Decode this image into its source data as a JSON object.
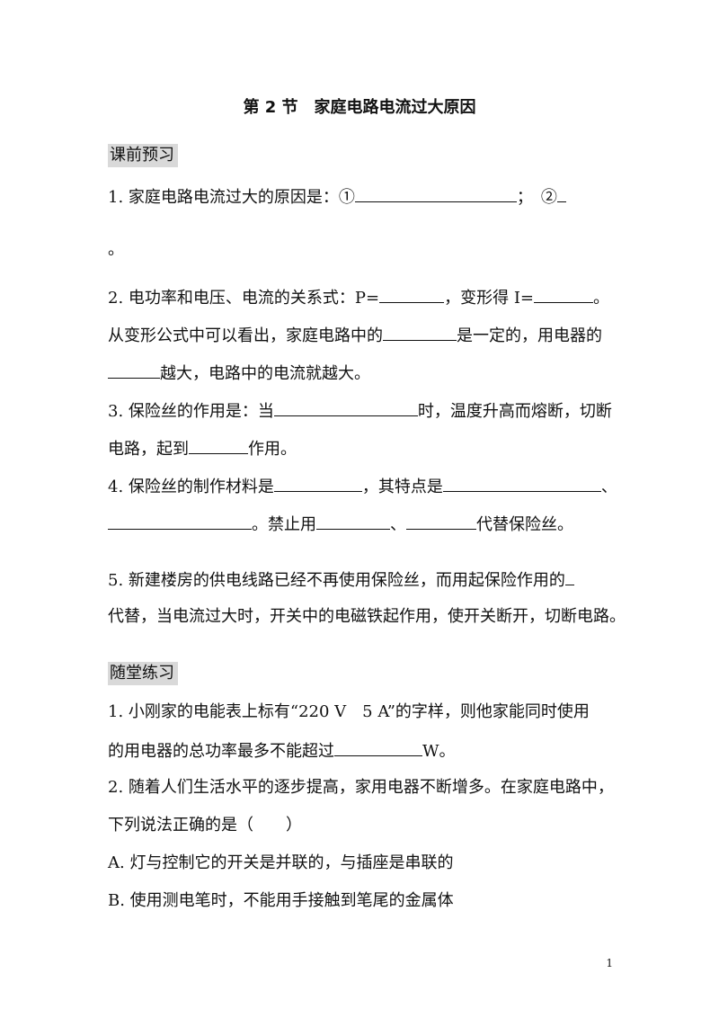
{
  "title": "第 2 节　家庭电路电流过大原因",
  "sections": {
    "pre_study": "课前预习",
    "practice": "随堂练习"
  },
  "pre": {
    "q1_text": "1. 家庭电路电流过大的原因是：①",
    "q1_sep": "；　②",
    "q1_end": "。",
    "q2_a": "2. 电功率和电压、电流的关系式：P=",
    "q2_b": "，变形得 I=",
    "q2_c": "。",
    "q2_line2_a": "从变形公式中可以看出，家庭电路中的",
    "q2_line2_b": "是一定的，用电器的",
    "q2_line3": "越大，电路中的电流就越大。",
    "q3_a": "3. 保险丝的作用是：当",
    "q3_b": "时，温度升高而熔断，切断",
    "q3_line2_a": "电路，起到",
    "q3_line2_b": "作用。",
    "q4_a": "4. 保险丝的制作材料是",
    "q4_b": "，其特点是",
    "q4_c": "、",
    "q4_line2_a": "。禁止用",
    "q4_line2_b": "、",
    "q4_line2_c": "代替保险丝。",
    "q5_a": "5. 新建楼房的供电线路已经不再使用保险丝，而用起保险作用的",
    "q5_line2": "代替，当电流过大时，开关中的电磁铁起作用，使开关断开，切断电路。"
  },
  "practice": {
    "q1_a": "1. 小刚家的电能表上标有“220 V　5 A”的字样，则他家能同时使用",
    "q1_line2_a": "的用电器的总功率最多不能超过",
    "q1_line2_b": "W。",
    "q2_a": "2. 随着人们生活水平的逐步提高，家用电器不断增多。在家庭电路中，",
    "q2_line2": "下列说法正确的是（　　）",
    "option_a": "A. 灯与控制它的开关是并联的，与插座是串联的",
    "option_b": "B. 使用测电笔时，不能用手接触到笔尾的金属体"
  },
  "page_number": "1"
}
